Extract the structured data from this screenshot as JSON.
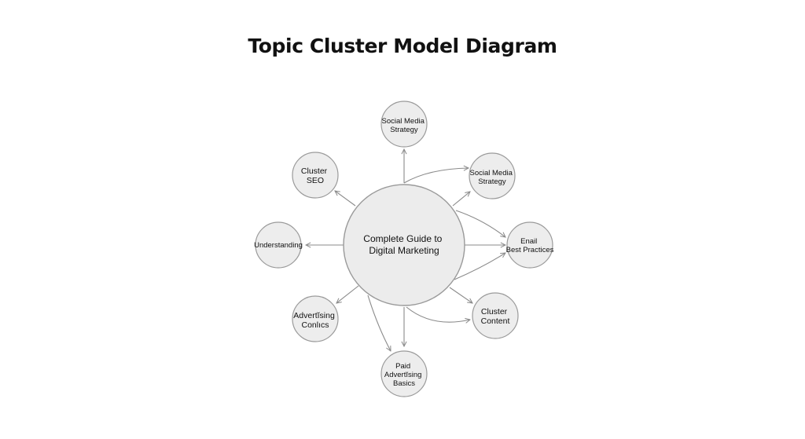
{
  "title": "Topic Cluster Model Diagram",
  "hub": {
    "lines": [
      "Complete Guide to",
      "Digital Marketing"
    ]
  },
  "nodes": [
    {
      "id": "social-media-strategy-top",
      "lines": [
        "Social Media",
        "Strategy"
      ]
    },
    {
      "id": "social-media-strategy-right",
      "lines": [
        "Social Media",
        "Strategy"
      ]
    },
    {
      "id": "email-best-practices",
      "lines": [
        "Enail",
        "Best Practices"
      ]
    },
    {
      "id": "cluster-content",
      "lines": [
        "Cluster",
        "Content"
      ]
    },
    {
      "id": "paid-advertising-basics",
      "lines": [
        "Paid",
        "Advertĭsing",
        "Basics"
      ]
    },
    {
      "id": "advertising-conlcs",
      "lines": [
        "Advertĭsing",
        "Conlıcs"
      ]
    },
    {
      "id": "understanding",
      "lines": [
        "Understanding"
      ]
    },
    {
      "id": "cluster-seo",
      "lines": [
        "Cluster",
        "SEO"
      ]
    }
  ],
  "colors": {
    "node_fill": "#ededed",
    "edge": "#8a8a8a",
    "text": "#111111"
  }
}
